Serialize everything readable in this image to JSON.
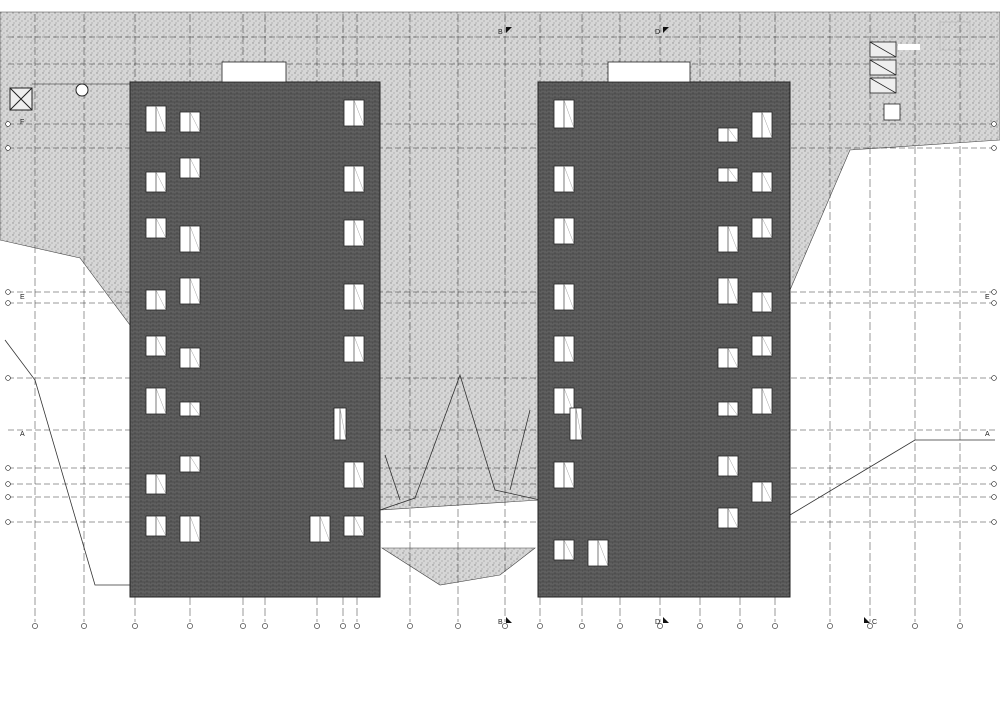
{
  "section_marks": {
    "b_top": "B",
    "d_top": "D",
    "b_bottom": "B",
    "d_bottom": "D",
    "c_bottom": "C"
  },
  "grid_labels": {
    "e_left": "E",
    "e_right": "E",
    "a_left": "A",
    "a_right": "A",
    "f_left": "F"
  },
  "colors": {
    "terrain_fill": "#cfcfcf",
    "building_fill": "#5a5a5a",
    "line": "#222222",
    "window_fill": "#ffffff"
  }
}
